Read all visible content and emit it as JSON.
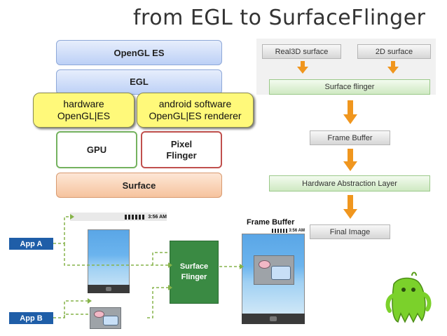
{
  "title": "from EGL to SurfaceFlinger",
  "stack": {
    "opengl_es": "OpenGL ES",
    "egl": "EGL",
    "gpu": "GPU",
    "pixel_flinger": "Pixel\nFlinger",
    "surface": "Surface"
  },
  "callouts": {
    "hardware": "hardware\nOpenGL|ES",
    "software": "android software\nOpenGL|ES renderer"
  },
  "flow": {
    "real3d": "Real3D surface",
    "surface2d": "2D surface",
    "surface_flinger": "Surface flinger",
    "frame_buffer": "Frame Buffer",
    "hal": "Hardware Abstraction Layer",
    "final_image": "Final Image"
  },
  "apps": {
    "app_a": "App A",
    "app_b": "App B",
    "status_time": "3:56 AM",
    "status_time_small": "3:56 AM"
  },
  "composer": {
    "surface_flinger": "Surface\nFlinger",
    "frame_buffer_title": "Frame Buffer"
  },
  "colors": {
    "arrow_orange": "#f0961e",
    "dashed_green": "#86b34a",
    "callout_yellow": "#fff97a",
    "android_green": "#7bd12b"
  },
  "icons": [
    "down-arrow-icon",
    "android-mascot-icon",
    "status-icons"
  ]
}
